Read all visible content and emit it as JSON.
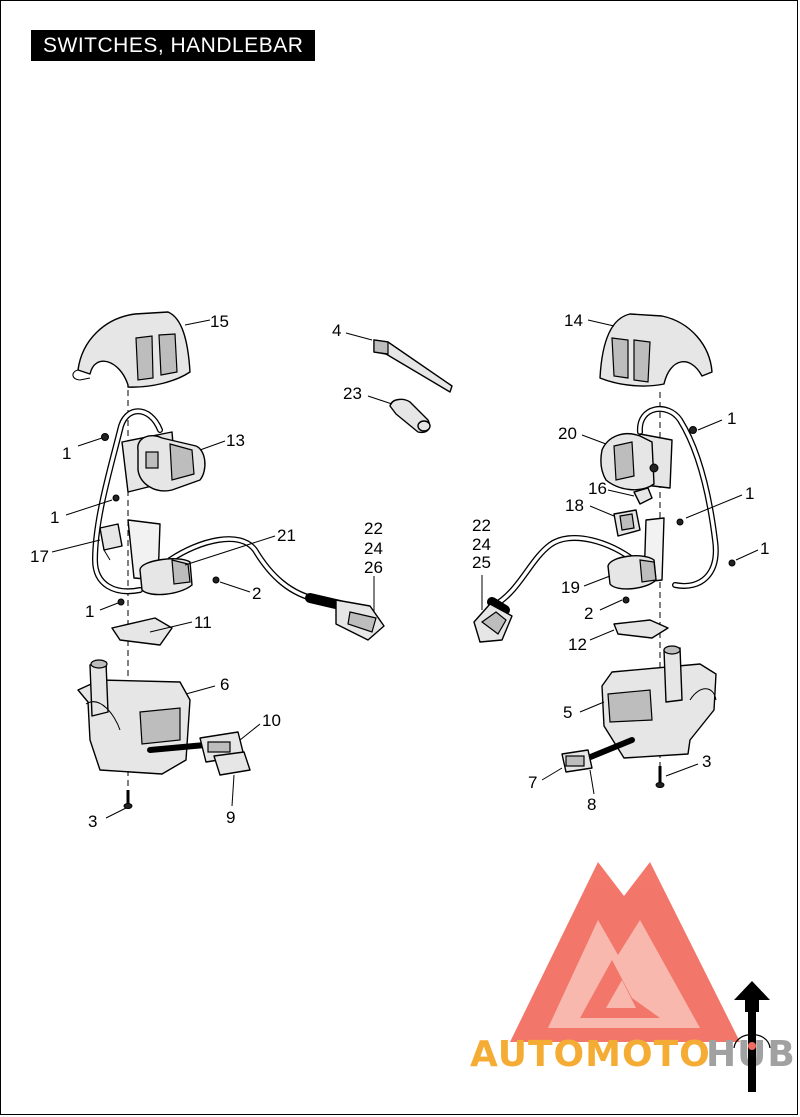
{
  "title": "SWITCHES, HANDLEBAR",
  "callouts_left": {
    "c15": "15",
    "c1a": "1",
    "c13": "13",
    "c1b": "1",
    "c17": "17",
    "c21": "21",
    "c2": "2",
    "c1c": "1",
    "c11": "11",
    "c6": "6",
    "c10": "10",
    "c3": "3",
    "c9": "9",
    "c22": "22",
    "c24": "24",
    "c26": "26"
  },
  "callouts_center": {
    "c4": "4",
    "c23": "23"
  },
  "callouts_right": {
    "c14": "14",
    "c1a": "1",
    "c20": "20",
    "c16": "16",
    "c1b": "1",
    "c18": "18",
    "c1c": "1",
    "c22": "22",
    "c24": "24",
    "c25": "25",
    "c19": "19",
    "c2": "2",
    "c12": "12",
    "c5": "5",
    "c3": "3",
    "c7": "7",
    "c8": "8"
  },
  "watermark": {
    "part1": "AUTOMOTO",
    "part2": "HUB",
    "color_main": "#f26b5e",
    "color_light": "#f8b2a8",
    "color_orange": "#f5a623",
    "color_gray": "#9a9a9a"
  },
  "icons": {
    "logo": "triangle-a-logo-icon",
    "arrow": "north-arrow-icon"
  }
}
